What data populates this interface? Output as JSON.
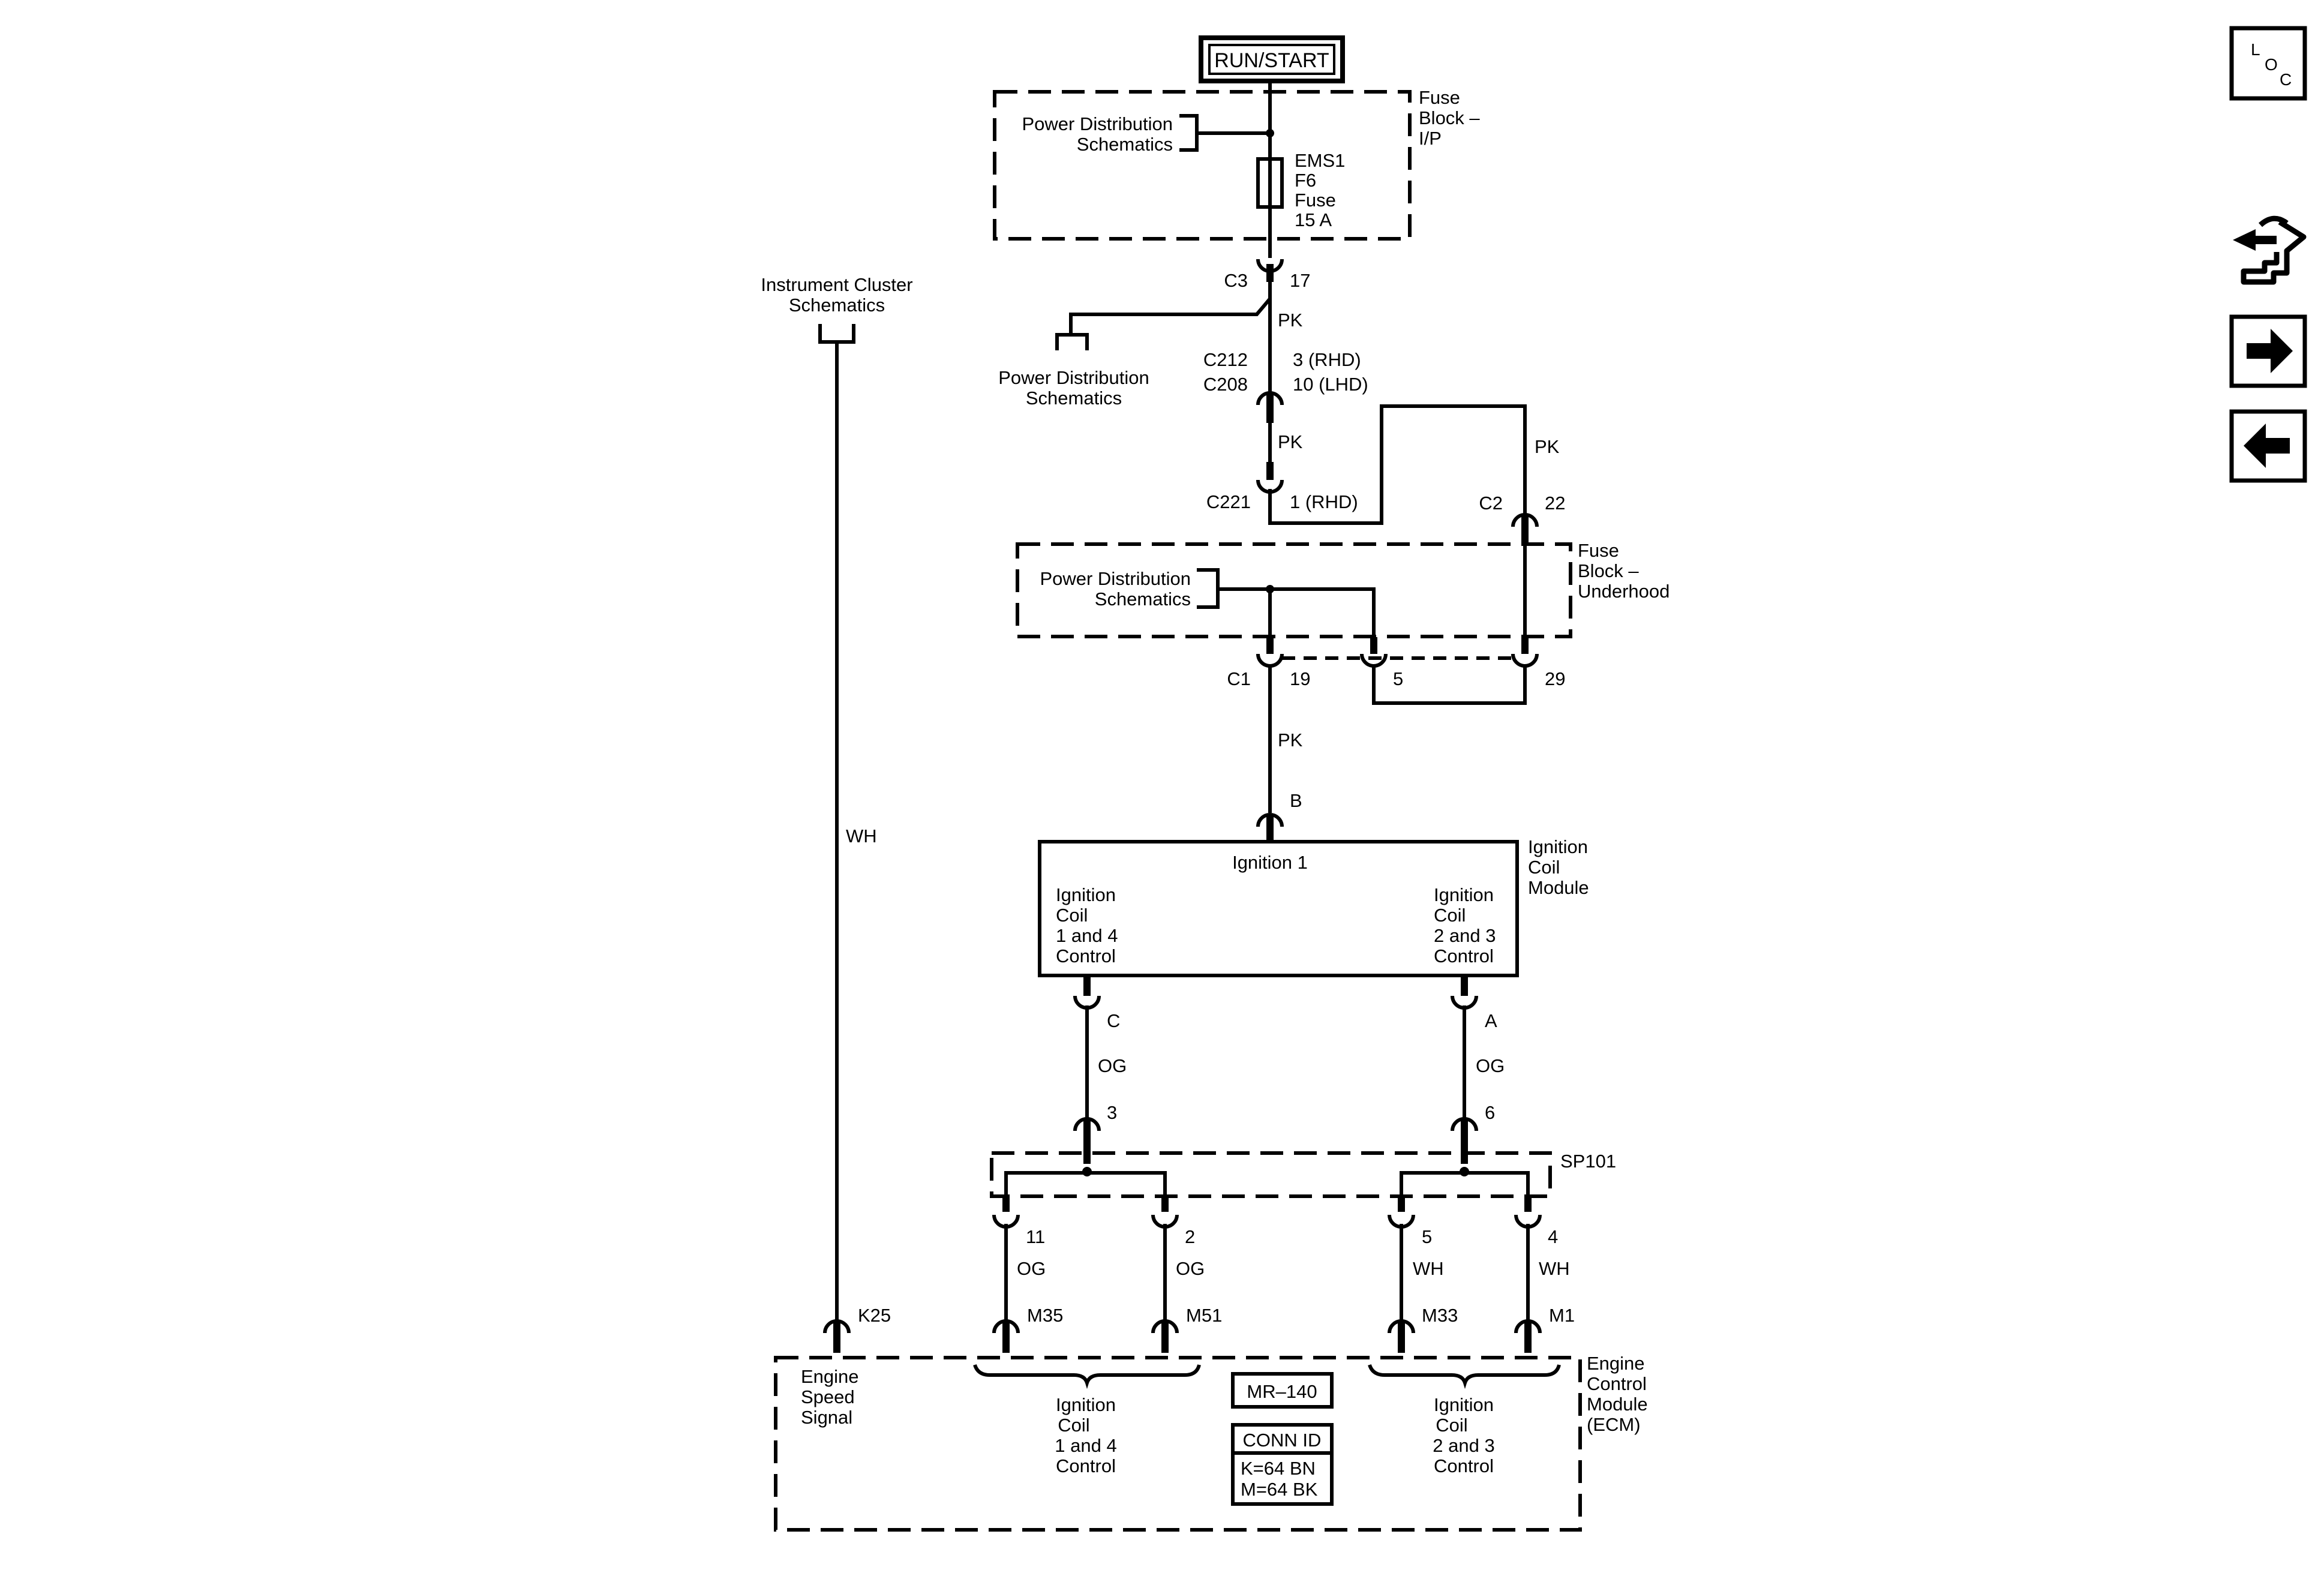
{
  "power": {
    "run_start": "RUN/START"
  },
  "fuse_block_ip": {
    "title": [
      "Fuse",
      "Block –",
      "I/P"
    ],
    "pds": [
      "Power Distribution",
      "Schematics"
    ],
    "fuse": [
      "EMS1",
      "F6",
      "Fuse",
      "15 A"
    ]
  },
  "c3": {
    "conn": "C3",
    "pin": "17",
    "wire": "PK"
  },
  "pds_branch": [
    "Power Distribution",
    "Schematics"
  ],
  "inline": {
    "c212": "C212",
    "c212_pin": "3 (RHD)",
    "c208": "C208",
    "c208_pin": "10 (LHD)",
    "wire_mid": "PK",
    "c221": "C221",
    "c221_pin": "1 (RHD)",
    "wire_loop": "PK",
    "c2": "C2",
    "c2_pin": "22"
  },
  "fuse_block_uh": {
    "title": [
      "Fuse",
      "Block –",
      "Underhood"
    ],
    "pds": [
      "Power Distribution",
      "Schematics"
    ],
    "c1": "C1",
    "pin19": "19",
    "pin5": "5",
    "pin29": "29",
    "wire": "PK"
  },
  "icm": {
    "pin_b": "B",
    "title": [
      "Ignition",
      "Coil",
      "Module"
    ],
    "ignition": "Ignition 1",
    "left_ctrl": [
      "Ignition",
      "Coil",
      "1 and 4",
      "Control"
    ],
    "right_ctrl": [
      "Ignition",
      "Coil",
      "2 and 3",
      "Control"
    ],
    "pin_c": "C",
    "pin_a": "A",
    "wire_left": "OG",
    "wire_right": "OG",
    "splice_left_pin": "3",
    "splice_right_pin": "6"
  },
  "splice": {
    "name": "SP101",
    "pins": [
      "11",
      "2",
      "5",
      "4"
    ],
    "wires": [
      "OG",
      "OG",
      "WH",
      "WH"
    ]
  },
  "ecm": {
    "title": [
      "Engine",
      "Control",
      "Module",
      "(ECM)"
    ],
    "k25": "K25",
    "pins": [
      "M35",
      "M51",
      "M33",
      "M1"
    ],
    "speed": [
      "Engine",
      "Speed",
      "Signal"
    ],
    "left_ctrl": [
      "Ignition",
      "Coil",
      "1 and 4",
      "Control"
    ],
    "right_ctrl": [
      "Ignition",
      "Coil",
      "2 and 3",
      "Control"
    ],
    "mr": "MR–140",
    "conn_id": "CONN ID",
    "conn_k": "K=64 BN",
    "conn_m": "M=64 BK"
  },
  "instrument": {
    "title": [
      "Instrument Cluster",
      "Schematics"
    ],
    "wire": "WH"
  },
  "nav": {
    "loc_l": "L",
    "loc_o": "O",
    "loc_c": "C",
    "icons": [
      "loc-icon",
      "connector-end-view-icon",
      "next-page-arrow-icon",
      "previous-page-arrow-icon"
    ]
  }
}
